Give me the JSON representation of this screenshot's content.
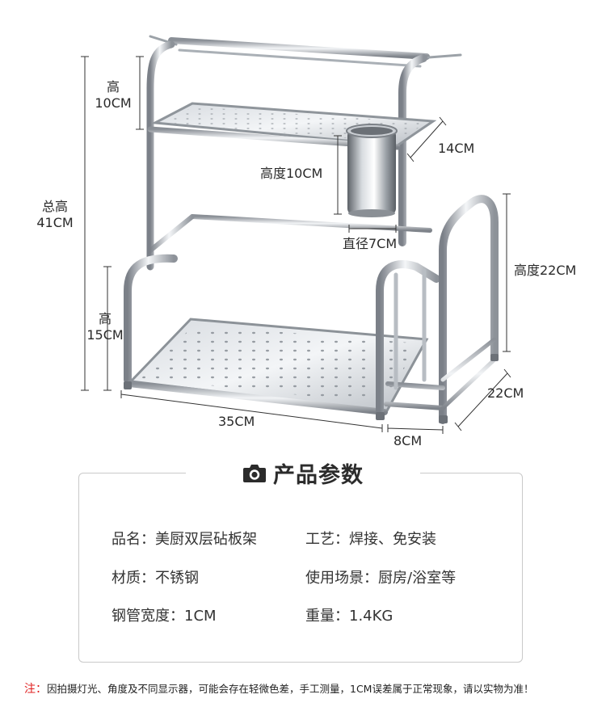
{
  "dimensions": {
    "total_height": [
      "总高",
      "41CM"
    ],
    "upper_clearance": [
      "高",
      "10CM"
    ],
    "lower_clearance": [
      "高",
      "15CM"
    ],
    "cup_height": "高度10CM",
    "top_depth": "14CM",
    "cup_diameter": "直径7CM",
    "board_height": "高度22CM",
    "width": "35CM",
    "board_slot": "8CM",
    "board_depth": "22CM"
  },
  "params": {
    "title": "产品参数",
    "icon": "camera-icon",
    "items": [
      "品名：美厨双层砧板架",
      "工艺：焊接、免安装",
      "材质：不锈钢",
      "使用场景：厨房/浴室等",
      "钢管宽度：1CM",
      "重量：1.4KG"
    ]
  },
  "note": {
    "label": "注：",
    "text": "因拍摄灯光、角度及不同显示器，可能会存在轻微色差，手工测量，1CM误差属于正常现象，请以实物为准！"
  },
  "colors": {
    "accent_red": "#e02020",
    "steel_dark": "#8a8f96",
    "steel_light": "#e9ecef"
  }
}
